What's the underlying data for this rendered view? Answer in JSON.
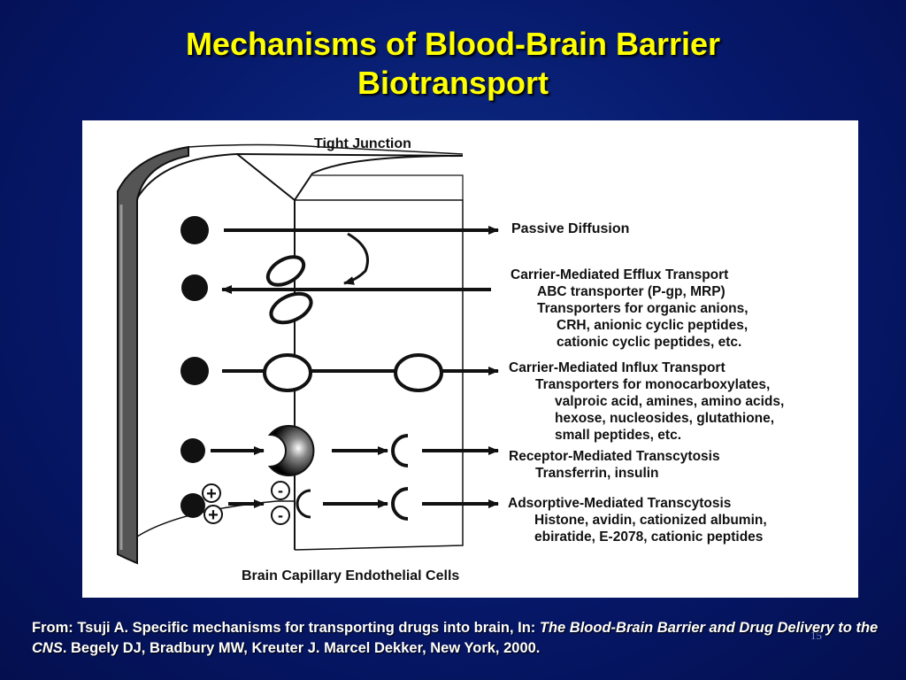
{
  "slide": {
    "title_line1": "Mechanisms of Blood-Brain Barrier",
    "title_line2": "Biotransport",
    "page_number": "15"
  },
  "diagram": {
    "tight_junction": "Tight Junction",
    "passive": "Passive Diffusion",
    "efflux": {
      "head": "Carrier-Mediated Efflux Transport",
      "lines": [
        "ABC transporter (P-gp, MRP)",
        "Transporters for organic anions,",
        "CRH,  anionic cyclic peptides,",
        "cationic cyclic peptides, etc."
      ]
    },
    "influx": {
      "head": "Carrier-Mediated Influx Transport",
      "lines": [
        "Transporters for monocarboxylates,",
        "valproic acid, amines, amino acids,",
        "hexose, nucleosides, glutathione,",
        "small peptides, etc."
      ]
    },
    "receptor": {
      "head": "Receptor-Mediated Transcytosis",
      "lines": [
        "Transferrin, insulin"
      ]
    },
    "adsorptive": {
      "head": "Adsorptive-Mediated Transcytosis",
      "lines": [
        "Histone, avidin, cationized albumin,",
        "ebiratide, E-2078, cationic peptides"
      ]
    },
    "cells": "Brain Capillary Endothelial Cells",
    "plus": "+",
    "minus": "-"
  },
  "citation": {
    "prefix": "From: Tsuji A. Specific mechanisms for transporting drugs into brain, In: ",
    "book": "The Blood-Brain Barrier and Drug Delivery to the CNS",
    "suffix": ". Begely DJ, Bradbury MW, Kreuter J. Marcel Dekker, New York, 2000."
  }
}
